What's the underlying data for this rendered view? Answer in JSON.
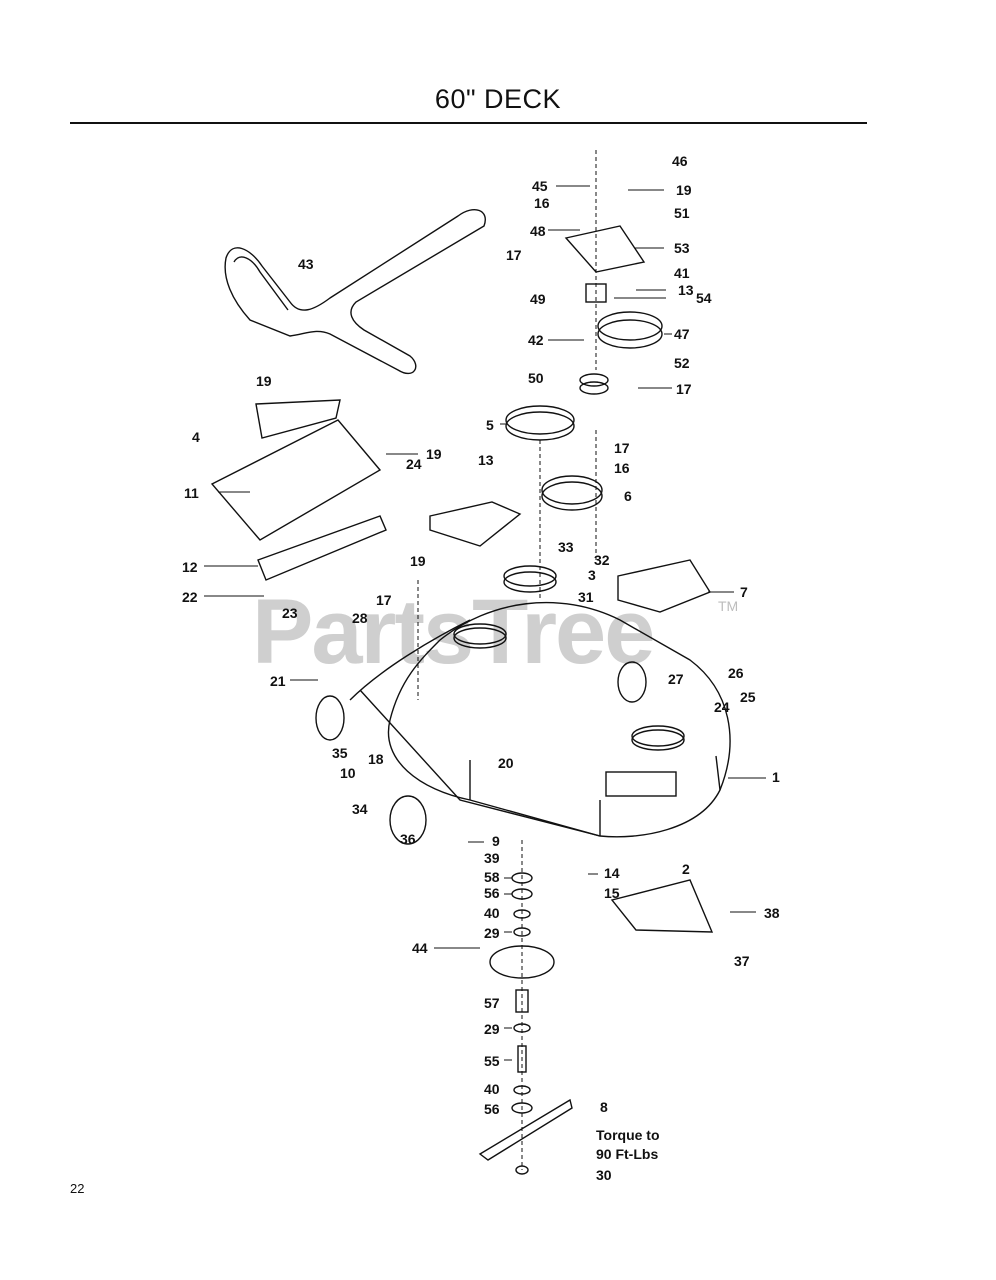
{
  "title": "60\" DECK",
  "page_number": "22",
  "watermark": {
    "text": "PartsTree",
    "tm": "TM"
  },
  "note": {
    "line1": "Torque to",
    "line2": "90 Ft-Lbs"
  },
  "callouts": {
    "c1": "1",
    "c2": "2",
    "c3": "3",
    "c4": "4",
    "c5": "5",
    "c6": "6",
    "c7": "7",
    "c8": "8",
    "c9": "9",
    "c10": "10",
    "c11": "11",
    "c12": "12",
    "c13a": "13",
    "c13b": "13",
    "c14": "14",
    "c15": "15",
    "c16a": "16",
    "c16b": "16",
    "c17a": "17",
    "c17b": "17",
    "c17c": "17",
    "c17d": "17",
    "c18": "18",
    "c19a": "19",
    "c19b": "19",
    "c19c": "19",
    "c19d": "19",
    "c20": "20",
    "c21": "21",
    "c22": "22",
    "c23": "23",
    "c24a": "24",
    "c24b": "24",
    "c25": "25",
    "c26": "26",
    "c27": "27",
    "c28": "28",
    "c29a": "29",
    "c29b": "29",
    "c30": "30",
    "c31": "31",
    "c32": "32",
    "c33": "33",
    "c34": "34",
    "c35": "35",
    "c36": "36",
    "c37": "37",
    "c38": "38",
    "c39": "39",
    "c40a": "40",
    "c40b": "40",
    "c41": "41",
    "c42": "42",
    "c43": "43",
    "c44": "44",
    "c45": "45",
    "c46": "46",
    "c47": "47",
    "c48": "48",
    "c49": "49",
    "c50": "50",
    "c51": "51",
    "c52": "52",
    "c53": "53",
    "c54": "54",
    "c55": "55",
    "c56a": "56",
    "c56b": "56",
    "c57": "57",
    "c58": "58"
  }
}
